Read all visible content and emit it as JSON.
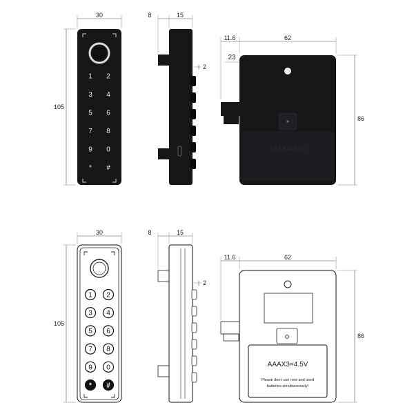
{
  "keypad_keys": [
    "1",
    "2",
    "3",
    "4",
    "5",
    "6",
    "7",
    "8",
    "9",
    "0",
    "*",
    "#"
  ],
  "dimensions": {
    "front_width": "30",
    "height": "105",
    "side_left": "8",
    "side_depth": "15",
    "side_offset": "2",
    "lock_left": "11.6",
    "lock_width": "62",
    "lock_top": "23",
    "lock_height": "86"
  },
  "battery": {
    "spec": "AAAX3=4.5V",
    "warning_line1": "Please don't use new and used",
    "warning_line2": "batteries simultaneously!"
  },
  "colors": {
    "device_black": "#151618",
    "key_text": "#e8e8e8",
    "outline": "#111111"
  }
}
